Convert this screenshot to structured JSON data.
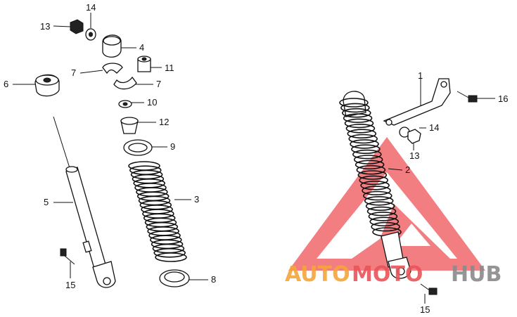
{
  "callouts": {
    "c1": "1",
    "c2": "2",
    "c3": "3",
    "c4": "4",
    "c5": "5",
    "c6": "6",
    "c7a": "7",
    "c7b": "7",
    "c8": "8",
    "c9": "9",
    "c10": "10",
    "c11": "11",
    "c12": "12",
    "c13a": "13",
    "c13b": "13",
    "c14a": "14",
    "c14b": "14",
    "c15a": "15",
    "c15b": "15",
    "c16": "16"
  },
  "watermark": {
    "part1": "AUTO",
    "part2": "MOTO",
    "part3": "HUB",
    "colors": {
      "red": "#e8545a",
      "orange": "#f5a53a",
      "gray": "#8a8a8a"
    }
  }
}
